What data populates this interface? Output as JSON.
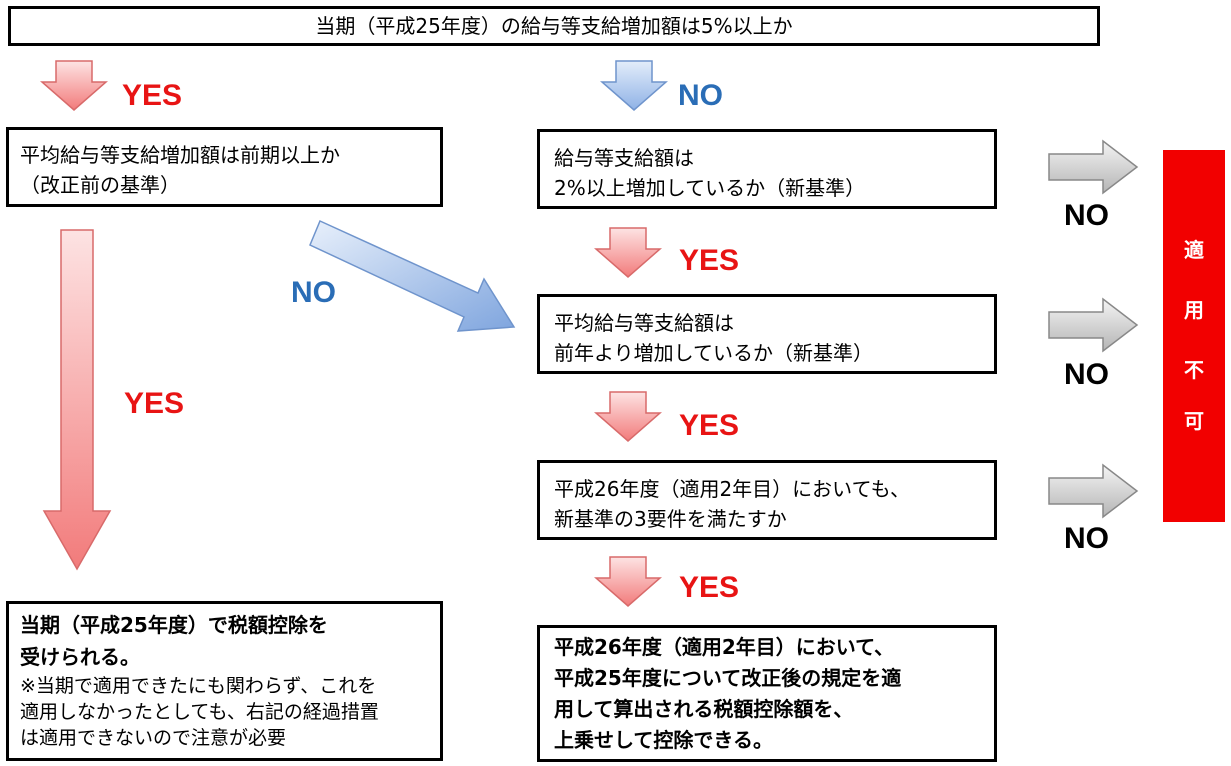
{
  "top_question": "当期（平成25年度）の給与等支給増加額は5%以上か",
  "left_question": [
    "平均給与等支給増加額は前期以上か",
    "（改正前の基準）"
  ],
  "right_q1": [
    "給与等支給額は",
    "2%以上増加しているか（新基準）"
  ],
  "right_q2": [
    "平均給与等支給額は",
    "前年より増加しているか（新基準）"
  ],
  "right_q3": [
    "平成26年度（適用2年目）においても、",
    "新基準の3要件を満たすか"
  ],
  "result_left": {
    "heading": [
      "当期（平成25年度）で税額控除を",
      "受けられる。"
    ],
    "note": [
      "※当期で適用できたにも関わらず、これを",
      "適用しなかったとしても、右記の経過措置",
      "は適用できないので注意が必要"
    ]
  },
  "result_right": [
    "平成26年度（適用2年目）において、",
    "平成25年度について改正後の規定を適",
    "用して算出される税額控除額を、",
    "上乗せして控除できる。"
  ],
  "labels": {
    "yes": "YES",
    "no": "NO"
  },
  "not_applicable": [
    "適",
    "用",
    "不",
    "可"
  ],
  "colors": {
    "yes": "#e81414",
    "no": "#2a6db6",
    "not_applicable_bg": "#f20000"
  }
}
